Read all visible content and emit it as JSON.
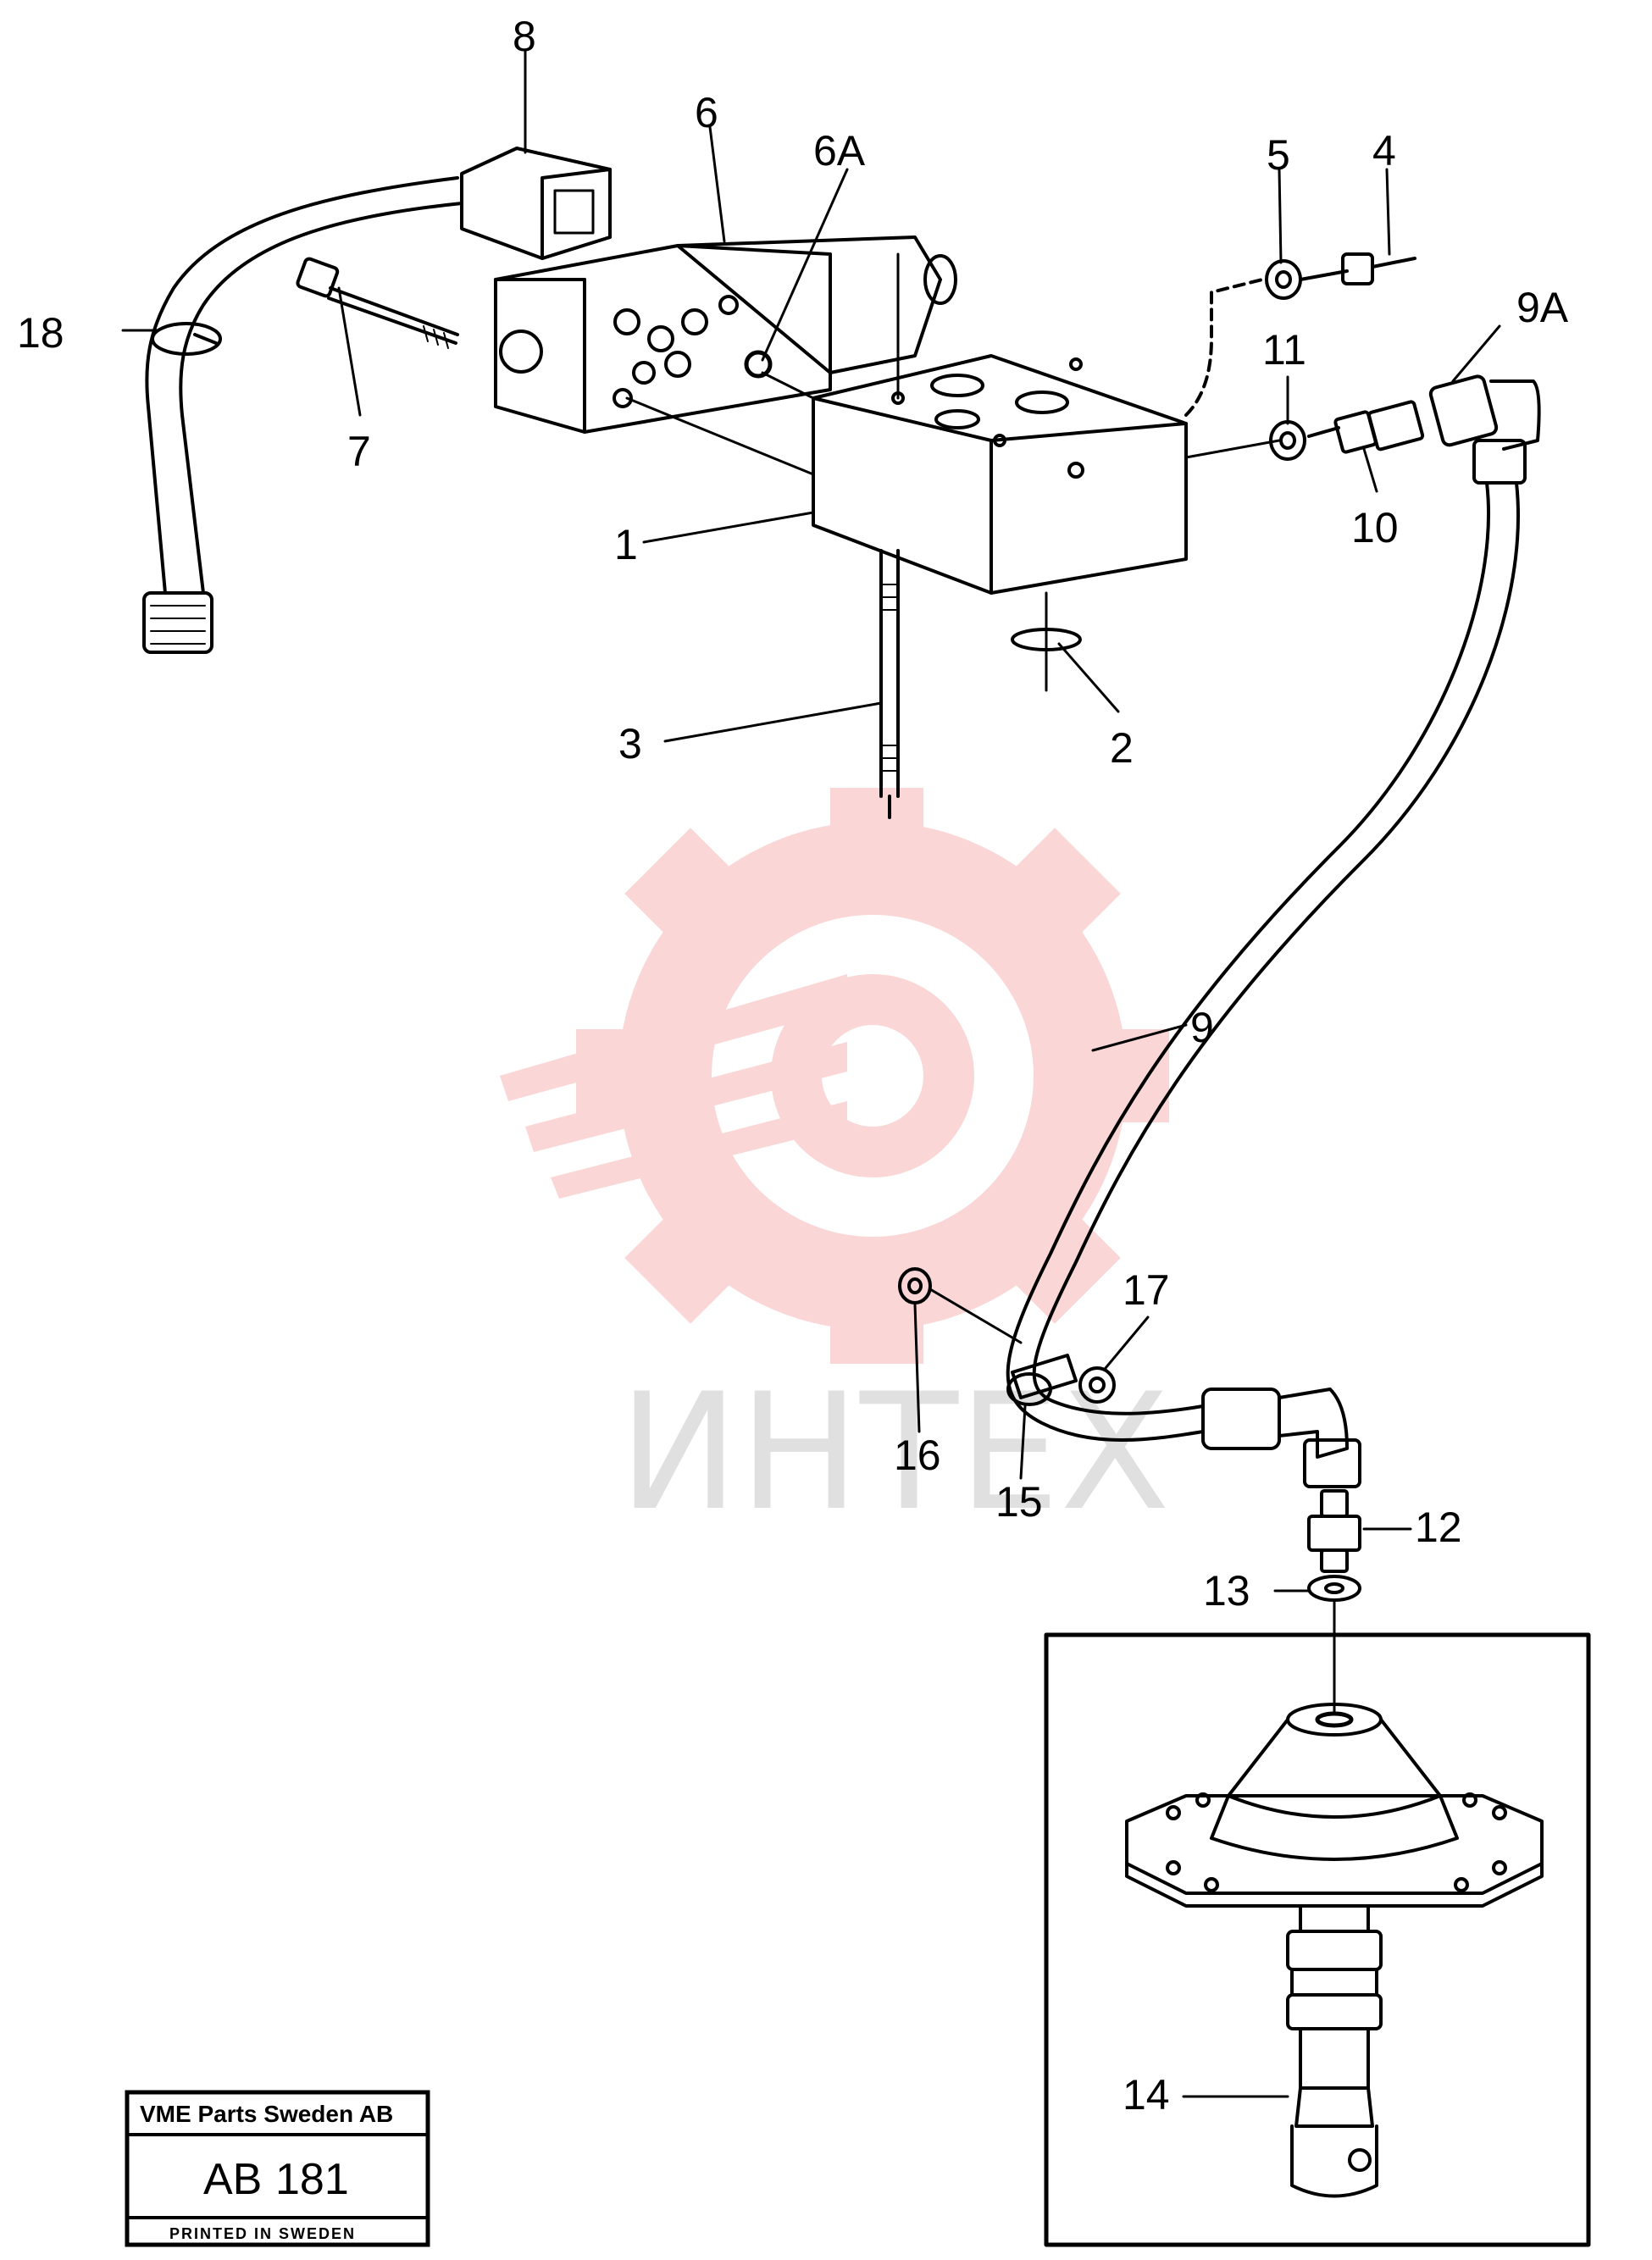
{
  "watermark": {
    "text": "ИНТЕХ",
    "color": "#f6b6b6"
  },
  "callouts": {
    "c1": "1",
    "c2": "2",
    "c3": "3",
    "c4": "4",
    "c5": "5",
    "c6": "6",
    "c6a": "6A",
    "c7": "7",
    "c8": "8",
    "c9": "9",
    "c9a": "9A",
    "c10": "10",
    "c11": "11",
    "c12": "12",
    "c13": "13",
    "c14": "14",
    "c15": "15",
    "c16": "16",
    "c17": "17",
    "c18": "18"
  },
  "stamp": {
    "company": "VME Parts Sweden AB",
    "code_prefix": "AB",
    "code_number": "181",
    "printed": "PRINTED IN SWEDEN"
  }
}
